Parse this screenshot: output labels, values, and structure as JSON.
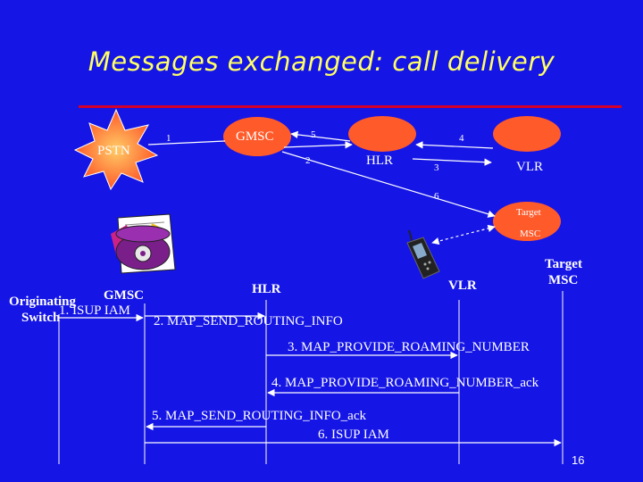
{
  "title": "Messages exchanged: call delivery",
  "top_diagram": {
    "pstn": "PSTN",
    "gmsc": "GMSC",
    "hlr": "HLR",
    "vlr": "VLR",
    "target_msc_line1": "Target",
    "target_msc_line2": "MSC",
    "link_numbers": [
      "1",
      "5",
      "2",
      "4",
      "3",
      "6"
    ]
  },
  "sequence": {
    "headers": {
      "originating_line1": "Originating",
      "originating_line2": "Switch",
      "gmsc": "GMSC",
      "hlr": "HLR",
      "vlr": "VLR",
      "target_line1": "Target",
      "target_line2": "MSC"
    },
    "messages": [
      "1. ISUP IAM",
      "2. MAP_SEND_ROUTING_INFO",
      "3. MAP_PROVIDE_ROAMING_NUMBER",
      "4. MAP_PROVIDE_ROAMING_NUMBER_ack",
      "5. MAP_SEND_ROUTING_INFO_ack",
      "6. ISUP IAM"
    ]
  },
  "page_number": "16",
  "colors": {
    "background": "#1515e6",
    "title": "#ffff66",
    "rule": "#d4002a",
    "nodes": "#ff5a2a",
    "lines": "#ffffff"
  }
}
